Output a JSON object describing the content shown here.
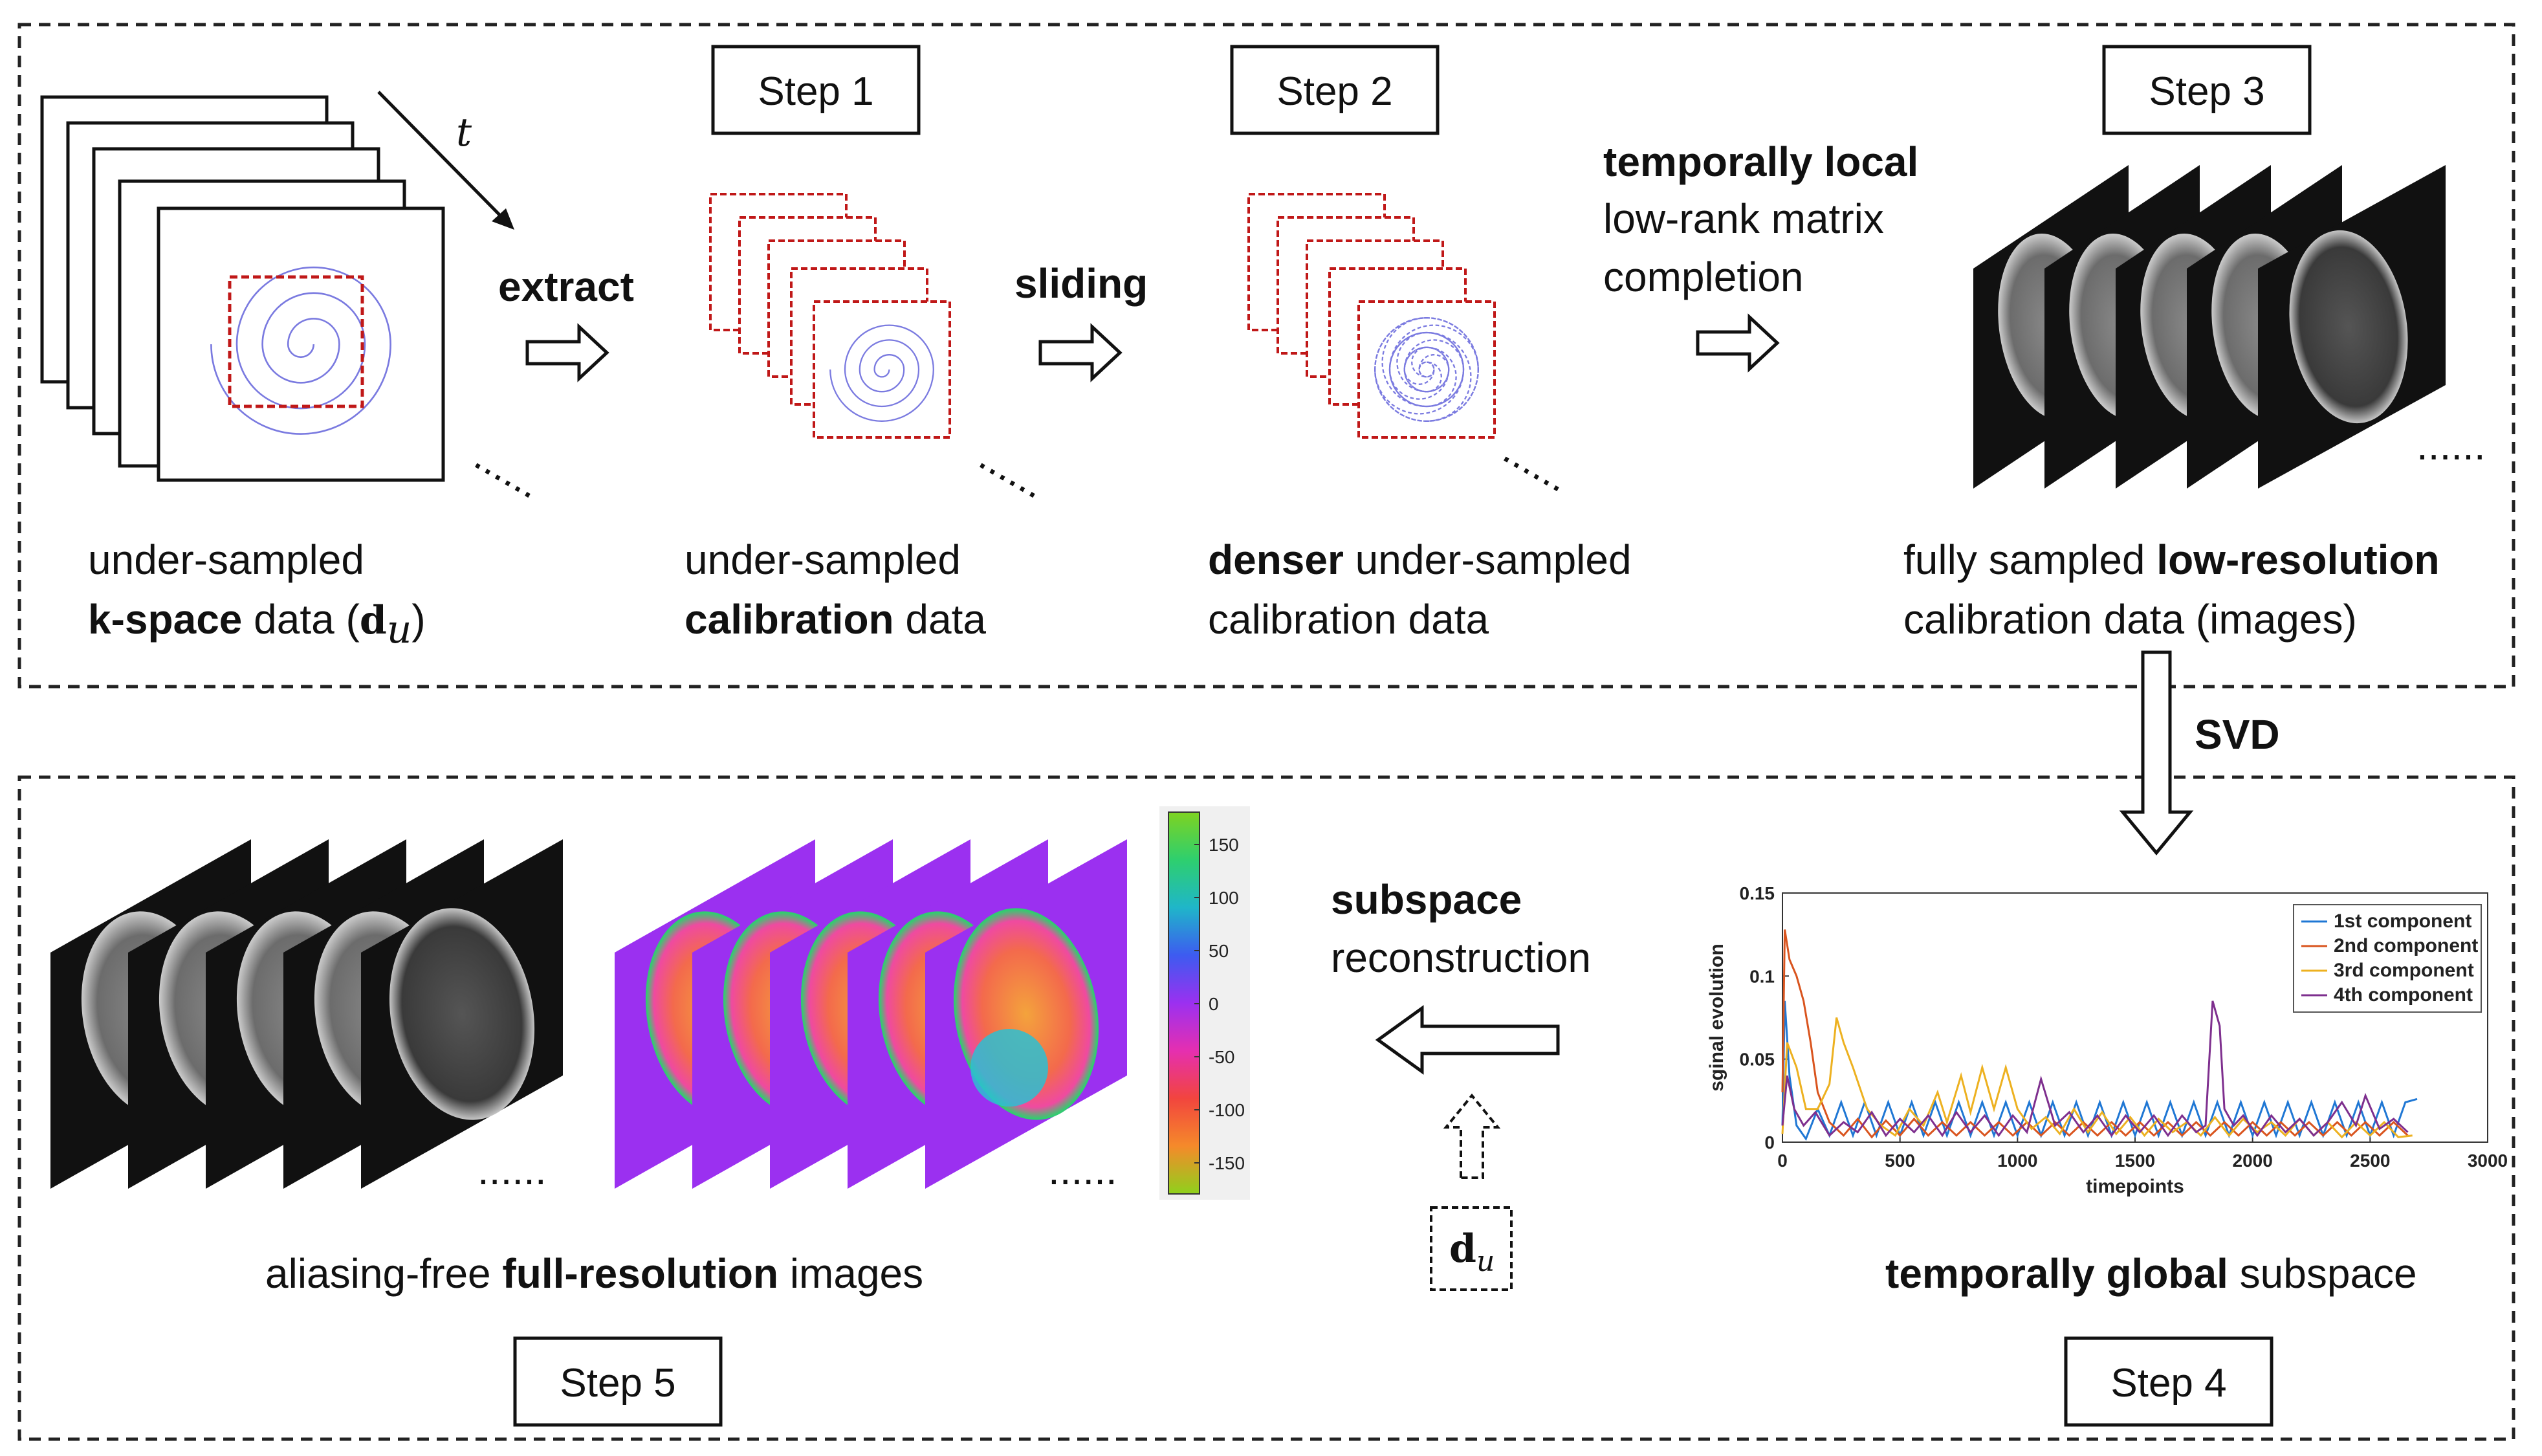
{
  "steps": {
    "step1": "Step 1",
    "step2": "Step 2",
    "step3": "Step 3",
    "step4": "Step 4",
    "step5": "Step 5"
  },
  "labels": {
    "t": "t",
    "extract": "extract",
    "sliding": "sliding",
    "svd": "SVD",
    "ellipsis": "......",
    "tlr_bold": "temporally local",
    "tlr_line2": "low-rank matrix",
    "tlr_line3": "completion",
    "kspace_line1": "under-sampled",
    "kspace_bold": "k-space",
    "kspace_rest": " data (",
    "kspace_sym": "d",
    "kspace_sub": "u",
    "kspace_close": ")",
    "calib_line1": "under-sampled",
    "calib_bold": "calibration",
    "calib_rest": " data",
    "dense_bold": "denser",
    "dense_rest": " under-sampled",
    "dense_line2": "calibration data",
    "full_line1_pre": "fully sampled ",
    "full_line1_bold": "low-resolution",
    "full_line2": "calibration data (images)",
    "sub_bold": "subspace",
    "sub_line2": "reconstruction",
    "du_sym": "d",
    "du_sub": "u",
    "alias_pre": "aliasing-free ",
    "alias_bold": "full-resolution",
    "alias_post": " images",
    "global_bold": "temporally global",
    "global_post": " subspace"
  },
  "colorbar": {
    "ticks": [
      "150",
      "100",
      "50",
      "0",
      "-50",
      "-100",
      "-150"
    ],
    "colors": [
      "#7ed321",
      "#2ecf6e",
      "#1fb6c9",
      "#3d5bf0",
      "#9b30f0",
      "#e52fb0",
      "#f2453e",
      "#f58a2a",
      "#8fd11c"
    ]
  },
  "chart_data": {
    "type": "line",
    "xlabel": "timepoints",
    "ylabel": "sginal evolution",
    "xlim": [
      0,
      3000
    ],
    "ylim": [
      0,
      0.15
    ],
    "xticks": [
      0,
      500,
      1000,
      1500,
      2000,
      2500,
      3000
    ],
    "yticks": [
      0,
      0.05,
      0.1,
      0.15
    ],
    "ytick_labels": [
      "0",
      "0.05",
      "0.1",
      "0.15"
    ],
    "legend_position": "top-right",
    "series": [
      {
        "name": "1st component",
        "color": "#1f77d4",
        "x": [
          0,
          10,
          30,
          60,
          100,
          150,
          200,
          250,
          300,
          350,
          400,
          450,
          500,
          550,
          600,
          650,
          700,
          750,
          800,
          850,
          900,
          950,
          1000,
          1050,
          1100,
          1150,
          1200,
          1250,
          1300,
          1350,
          1400,
          1450,
          1500,
          1550,
          1600,
          1650,
          1700,
          1750,
          1800,
          1850,
          1900,
          1950,
          2000,
          2050,
          2100,
          2150,
          2200,
          2250,
          2300,
          2350,
          2400,
          2450,
          2500,
          2550,
          2600,
          2650,
          2700
        ],
        "y": [
          0.01,
          0.085,
          0.04,
          0.01,
          0.002,
          0.02,
          0.004,
          0.024,
          0.004,
          0.024,
          0.004,
          0.024,
          0.004,
          0.024,
          0.004,
          0.024,
          0.004,
          0.024,
          0.004,
          0.024,
          0.004,
          0.024,
          0.004,
          0.024,
          0.004,
          0.024,
          0.004,
          0.024,
          0.004,
          0.024,
          0.004,
          0.024,
          0.004,
          0.024,
          0.004,
          0.024,
          0.004,
          0.024,
          0.004,
          0.024,
          0.004,
          0.024,
          0.004,
          0.024,
          0.004,
          0.024,
          0.004,
          0.024,
          0.004,
          0.024,
          0.004,
          0.024,
          0.004,
          0.024,
          0.004,
          0.024,
          0.026
        ]
      },
      {
        "name": "2nd component",
        "color": "#d9541e",
        "x": [
          0,
          10,
          30,
          60,
          90,
          120,
          150,
          200,
          260,
          320,
          380,
          440,
          500,
          560,
          620,
          680,
          740,
          800,
          860,
          920,
          980,
          1040,
          1100,
          1160,
          1220,
          1280,
          1340,
          1400,
          1460,
          1520,
          1580,
          1640,
          1700,
          1760,
          1820,
          1880,
          1940,
          2000,
          2060,
          2120,
          2180,
          2240,
          2300,
          2360,
          2420,
          2480,
          2540,
          2600,
          2660
        ],
        "y": [
          0.03,
          0.128,
          0.11,
          0.1,
          0.085,
          0.06,
          0.03,
          0.012,
          0.004,
          0.014,
          0.003,
          0.013,
          0.004,
          0.014,
          0.004,
          0.012,
          0.004,
          0.012,
          0.004,
          0.012,
          0.004,
          0.012,
          0.004,
          0.012,
          0.004,
          0.012,
          0.004,
          0.012,
          0.004,
          0.012,
          0.004,
          0.012,
          0.004,
          0.012,
          0.004,
          0.012,
          0.004,
          0.012,
          0.004,
          0.012,
          0.004,
          0.012,
          0.004,
          0.012,
          0.004,
          0.012,
          0.004,
          0.012,
          0.004
        ]
      },
      {
        "name": "3rd component",
        "color": "#edb120",
        "x": [
          0,
          20,
          60,
          100,
          150,
          200,
          230,
          260,
          300,
          360,
          420,
          480,
          540,
          600,
          660,
          700,
          760,
          800,
          850,
          900,
          950,
          1000,
          1060,
          1120,
          1180,
          1240,
          1300,
          1360,
          1420,
          1480,
          1540,
          1600,
          1660,
          1720,
          1780,
          1840,
          1900,
          1960,
          2020,
          2080,
          2140,
          2200,
          2260,
          2320,
          2380,
          2440,
          2500,
          2560,
          2620,
          2680
        ],
        "y": [
          0.005,
          0.06,
          0.045,
          0.02,
          0.02,
          0.035,
          0.075,
          0.06,
          0.045,
          0.02,
          0.01,
          0.004,
          0.02,
          0.01,
          0.03,
          0.012,
          0.04,
          0.018,
          0.045,
          0.02,
          0.045,
          0.02,
          0.008,
          0.015,
          0.005,
          0.02,
          0.006,
          0.018,
          0.005,
          0.015,
          0.004,
          0.014,
          0.006,
          0.012,
          0.004,
          0.015,
          0.004,
          0.014,
          0.006,
          0.012,
          0.004,
          0.014,
          0.004,
          0.012,
          0.003,
          0.012,
          0.004,
          0.012,
          0.003,
          0.004
        ]
      },
      {
        "name": "4th component",
        "color": "#7e2f8e",
        "x": [
          0,
          20,
          50,
          90,
          140,
          200,
          260,
          320,
          380,
          440,
          500,
          560,
          620,
          680,
          740,
          800,
          860,
          920,
          980,
          1040,
          1100,
          1160,
          1220,
          1280,
          1340,
          1400,
          1460,
          1520,
          1580,
          1640,
          1700,
          1760,
          1800,
          1830,
          1860,
          1880,
          1920,
          1960,
          2020,
          2080,
          2140,
          2200,
          2260,
          2320,
          2380,
          2440,
          2480,
          2540,
          2600,
          2660
        ],
        "y": [
          0.01,
          0.04,
          0.02,
          0.01,
          0.018,
          0.004,
          0.012,
          0.006,
          0.018,
          0.004,
          0.014,
          0.006,
          0.016,
          0.004,
          0.018,
          0.006,
          0.016,
          0.004,
          0.016,
          0.006,
          0.038,
          0.01,
          0.018,
          0.006,
          0.016,
          0.004,
          0.016,
          0.006,
          0.016,
          0.004,
          0.016,
          0.006,
          0.01,
          0.085,
          0.07,
          0.02,
          0.01,
          0.016,
          0.004,
          0.016,
          0.006,
          0.014,
          0.004,
          0.012,
          0.024,
          0.01,
          0.028,
          0.008,
          0.014,
          0.006
        ]
      }
    ]
  }
}
